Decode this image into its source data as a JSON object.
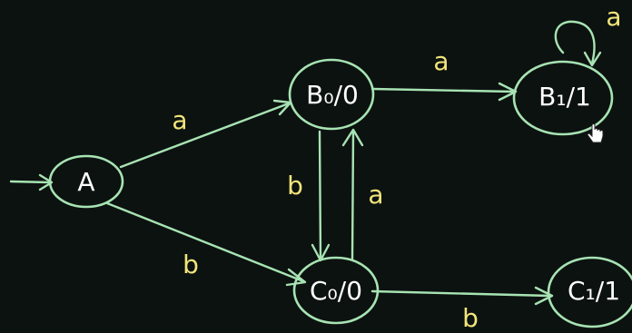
{
  "diagram": {
    "states": {
      "a": {
        "label": "A"
      },
      "b0": {
        "label": "B₀/0"
      },
      "b1": {
        "label": "B₁/1"
      },
      "c0": {
        "label": "C₀/0"
      },
      "c1": {
        "label": "C₁/1"
      }
    },
    "transitions": {
      "a_to_b0": {
        "from": "A",
        "to": "B₀/0",
        "label": "a"
      },
      "a_to_c0": {
        "from": "A",
        "to": "C₀/0",
        "label": "b"
      },
      "b0_to_c0": {
        "from": "B₀/0",
        "to": "C₀/0",
        "label": "b"
      },
      "c0_to_b0": {
        "from": "C₀/0",
        "to": "B₀/0",
        "label": "a"
      },
      "b0_to_b1": {
        "from": "B₀/0",
        "to": "B₁/1",
        "label": "a"
      },
      "b1_self": {
        "from": "B₁/1",
        "to": "B₁/1",
        "label": "a"
      },
      "c0_to_c1": {
        "from": "C₀/0",
        "to": "C₁/1",
        "label": "b"
      }
    },
    "colors": {
      "background": "#0c1210",
      "state_stroke": "#a7e3b3",
      "state_text": "#ffffff",
      "edge_stroke": "#a7e3b3",
      "edge_label": "#f2e57a"
    }
  }
}
